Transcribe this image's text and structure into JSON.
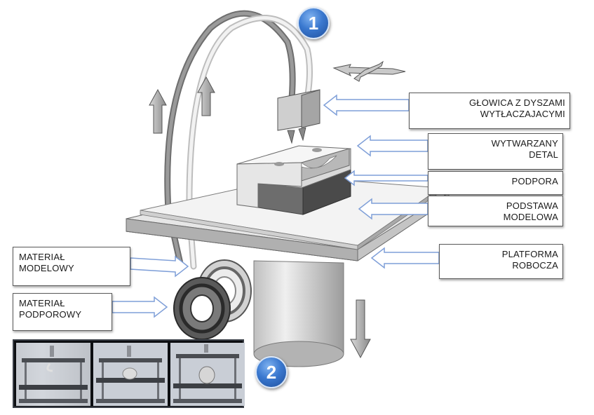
{
  "labels": {
    "printhead": [
      "GŁOWICA Z DYSZAMI",
      "WYTŁACZAJACYMI"
    ],
    "part": [
      "WYTWARZANY",
      "DETAL"
    ],
    "support": [
      "PODPORA"
    ],
    "base": [
      "PODSTAWA",
      "MODELOWA"
    ],
    "platform": [
      "PLATFORMA",
      "ROBOCZA"
    ],
    "model_material": [
      "MATERIAŁ",
      "MODELOWY"
    ],
    "support_material": [
      "MATERIAŁ",
      "PODPOROWY"
    ]
  },
  "badges": {
    "one": "1",
    "two": "2"
  },
  "colors": {
    "badge_blue": "#3a78cf",
    "arrow_blue": "#7f9fd8",
    "outline": "#5a5a5a"
  },
  "icons": [
    "up-arrow-icon",
    "down-arrow-icon",
    "xy-movement-arrows-icon"
  ]
}
